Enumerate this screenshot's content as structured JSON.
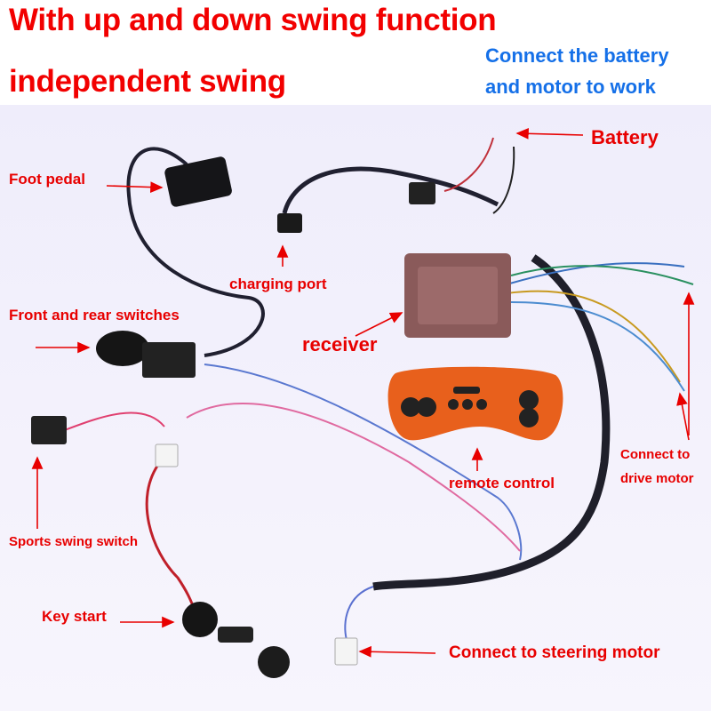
{
  "header": {
    "title_line1": "With up and down swing function",
    "title_line2": "independent swing",
    "note_line1": "Connect the battery",
    "note_line2": "and motor to work"
  },
  "labels": {
    "battery": "Battery",
    "foot_pedal": "Foot pedal",
    "charging_port": "charging port",
    "front_rear_switches": "Front and rear switches",
    "receiver": "receiver",
    "remote_control": "remote control",
    "drive_motor_line1": "Connect to",
    "drive_motor_line2": "drive motor",
    "sports_swing_switch": "Sports swing switch",
    "key_start": "Key start",
    "steering_motor": "Connect to steering motor"
  },
  "colors": {
    "title": "#f20000",
    "note": "#1570e8",
    "label": "#e80000",
    "remote": "#e8601c",
    "receiver": "#8a5a5a"
  }
}
